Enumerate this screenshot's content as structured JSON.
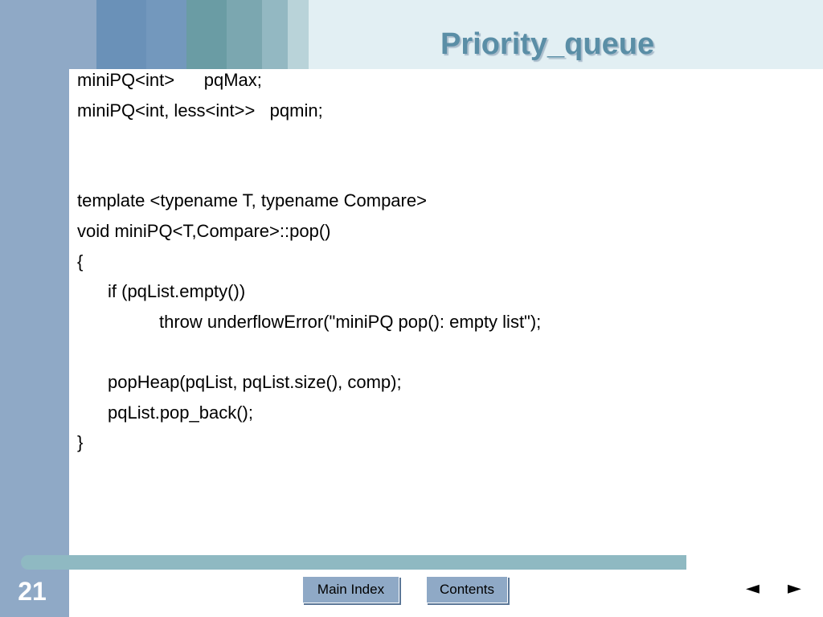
{
  "slide": {
    "title": "Priority_queue",
    "number": "21"
  },
  "code_lines": [
    {
      "indent": 0,
      "text": "miniPQ<int>      pqMax;"
    },
    {
      "indent": 0,
      "text": "miniPQ<int, less<int>>   pqmin;"
    },
    {
      "indent": 0,
      "text": ""
    },
    {
      "indent": 0,
      "text": ""
    },
    {
      "indent": 0,
      "text": "template <typename T, typename Compare>"
    },
    {
      "indent": 0,
      "text": "void miniPQ<T,Compare>::pop()"
    },
    {
      "indent": 0,
      "text": "{"
    },
    {
      "indent": 1,
      "text": "if (pqList.empty())"
    },
    {
      "indent": 2,
      "text": "throw underflowError(\"miniPQ pop(): empty list\");"
    },
    {
      "indent": 0,
      "text": ""
    },
    {
      "indent": 1,
      "text": "popHeap(pqList, pqList.size(), comp);"
    },
    {
      "indent": 1,
      "text": "pqList.pop_back();"
    },
    {
      "indent": 0,
      "text": "}"
    }
  ],
  "navigation": {
    "main_index_label": "Main Index",
    "contents_label": "Contents",
    "prev_icon": "previous-arrow-icon",
    "next_icon": "next-arrow-icon",
    "prev_glyph": "◄",
    "next_glyph": "►"
  },
  "colors": {
    "title": "#5a8ea6",
    "sidebar": "#8fa9c6",
    "divider": "#8fb9c2"
  }
}
